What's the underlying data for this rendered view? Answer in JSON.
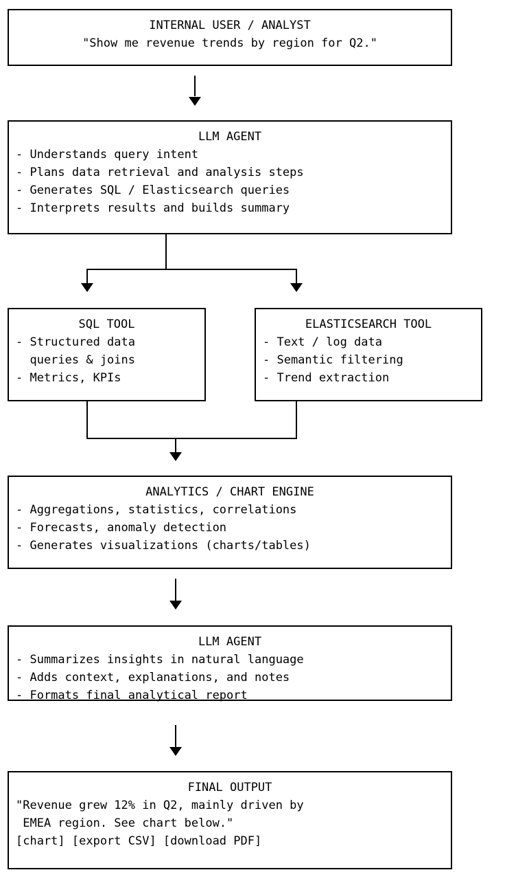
{
  "diagram": {
    "type": "flowchart",
    "orientation": "top-to-bottom",
    "nodes": [
      {
        "id": "user",
        "title": "INTERNAL USER / ANALYST",
        "lines": [
          "\"Show me revenue trends by region for Q2.\""
        ],
        "align": "center"
      },
      {
        "id": "llm-agent-1",
        "title": "LLM AGENT",
        "lines": [
          "- Understands query intent",
          "- Plans data retrieval and analysis steps",
          "- Generates SQL / Elasticsearch queries",
          "- Interprets results and builds summary"
        ],
        "align": "left"
      },
      {
        "id": "sql-tool",
        "title": "SQL TOOL",
        "lines": [
          "- Structured data",
          "  queries & joins",
          "- Metrics, KPIs"
        ],
        "align": "left"
      },
      {
        "id": "elasticsearch-tool",
        "title": "ELASTICSEARCH TOOL",
        "lines": [
          "- Text / log data",
          "- Semantic filtering",
          "- Trend extraction"
        ],
        "align": "left"
      },
      {
        "id": "analytics-engine",
        "title": "ANALYTICS / CHART ENGINE",
        "lines": [
          "- Aggregations, statistics, correlations",
          "- Forecasts, anomaly detection",
          "- Generates visualizations (charts/tables)"
        ],
        "align": "left"
      },
      {
        "id": "llm-agent-2",
        "title": "LLM AGENT",
        "lines": [
          "- Summarizes insights in natural language",
          "- Adds context, explanations, and notes",
          "- Formats final analytical report"
        ],
        "align": "left"
      },
      {
        "id": "final-output",
        "title": "FINAL OUTPUT",
        "lines": [
          "\"Revenue grew 12% in Q2, mainly driven by",
          " EMEA region. See chart below.\"",
          "[chart] [export CSV] [download PDF]"
        ],
        "align": "left"
      }
    ],
    "colors": {
      "stroke": "#000000",
      "background": "#ffffff",
      "text": "#000000"
    }
  }
}
